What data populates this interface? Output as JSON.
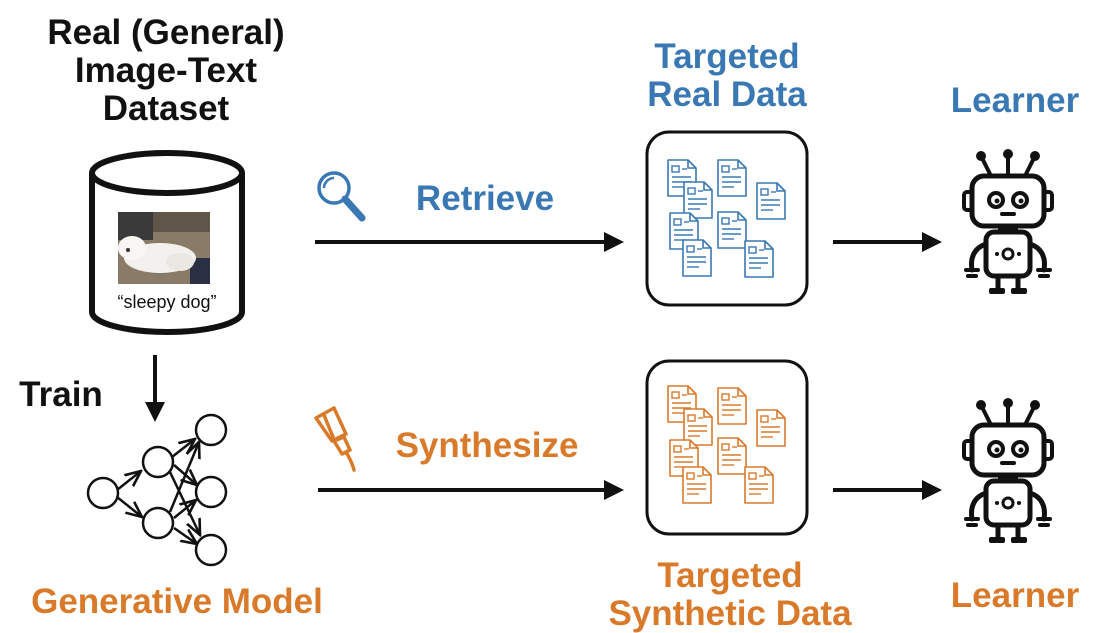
{
  "dataset": {
    "title_lines": [
      "Real (General)",
      "Image-Text",
      "Dataset"
    ],
    "caption": "“sleepy dog”"
  },
  "train_label": "Train",
  "generative_model_label": "Generative Model",
  "top_path": {
    "action_label": "Retrieve",
    "action_icon": "magnifier-icon",
    "data_title_lines": [
      "Targeted",
      "Real Data"
    ],
    "learner_label": "Learner",
    "color": "#3a78b3"
  },
  "bottom_path": {
    "action_label": "Synthesize",
    "action_icon": "paintbrush-icon",
    "data_title_lines": [
      "Targeted",
      "Synthetic Data"
    ],
    "learner_label": "Learner",
    "color": "#d97a2b"
  },
  "colors": {
    "black": "#111111",
    "blue": "#3a78b3",
    "orange": "#d97a2b"
  }
}
